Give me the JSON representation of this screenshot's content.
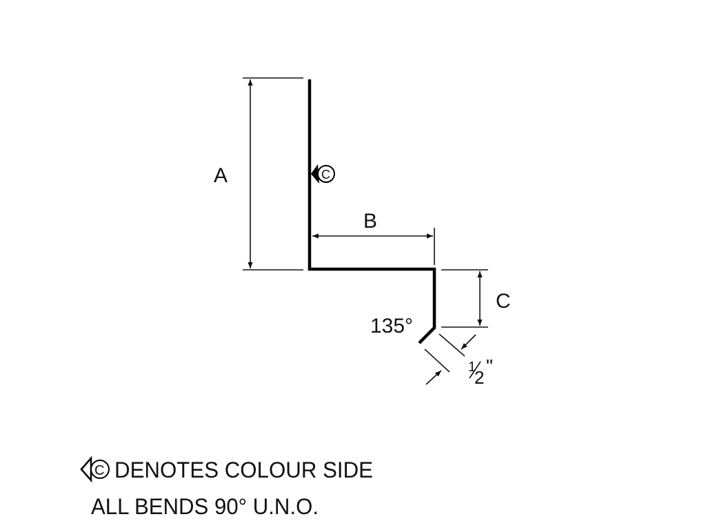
{
  "dimensions": {
    "a_label": "A",
    "b_label": "B",
    "c_label": "C",
    "angle_label": "135°",
    "hem_label_num": "1",
    "hem_label_den": "2",
    "hem_label_unit": "\""
  },
  "colour_symbol": "C",
  "notes": {
    "colour_side": "DENOTES COLOUR SIDE",
    "bends": "ALL BENDS 90° U.N.O."
  }
}
